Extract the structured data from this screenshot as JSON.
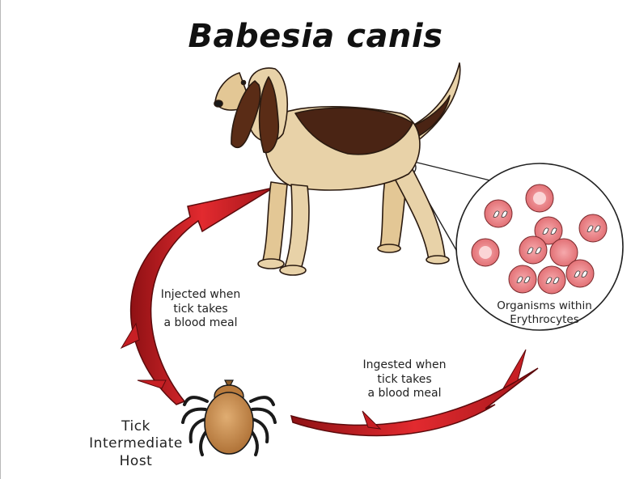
{
  "title": "Babesia canis",
  "labels": {
    "injected": "Injected when\ntick takes\na blood meal",
    "ingested": "Ingested when\ntick takes\na blood meal",
    "organisms": "Organisms within\nErythrocytes",
    "tick": "Tick\nIntermediate\nHost"
  },
  "icons": [
    "dog-illustration",
    "tick-icon",
    "erythrocyte-cell",
    "red-arrow"
  ],
  "colors": {
    "arrow": "#d9262a",
    "arrow_dark": "#7a0f12",
    "cell": "#ef8a8e",
    "cell_light": "#fbd5d6",
    "tick_body": "#c98a4a",
    "dog_coat": "#e8d2a8",
    "dog_saddle": "#4a2414"
  }
}
